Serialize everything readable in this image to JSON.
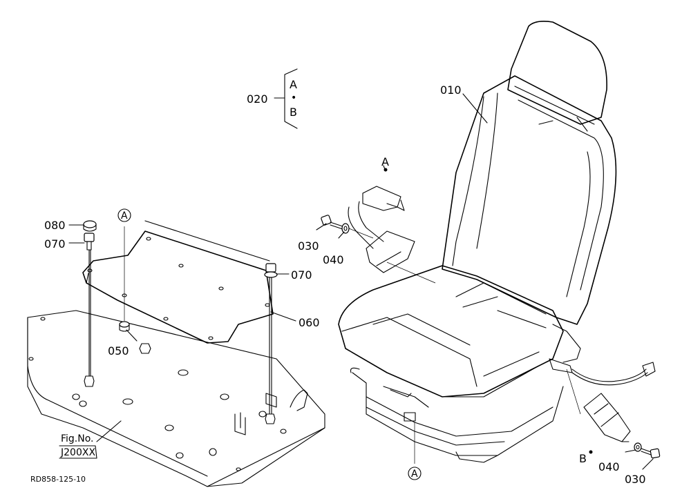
{
  "callouts": {
    "p010": "010",
    "p020": "020",
    "p030_left": "030",
    "p040_left": "040",
    "p050": "050",
    "p060": "060",
    "p070_left": "070",
    "p070_right": "070",
    "p080": "080",
    "p040_right": "040",
    "p030_right": "030"
  },
  "bracket": {
    "top": "A",
    "sep": "•",
    "bottom": "B"
  },
  "ref_letters": {
    "belt_a": "A",
    "belt_b": "B",
    "circle_top": "A",
    "circle_bottom": "A"
  },
  "fig_ref": {
    "line1": "Fig.No.",
    "line2": "J200XX"
  },
  "drawing_code": "RD858-125-10"
}
